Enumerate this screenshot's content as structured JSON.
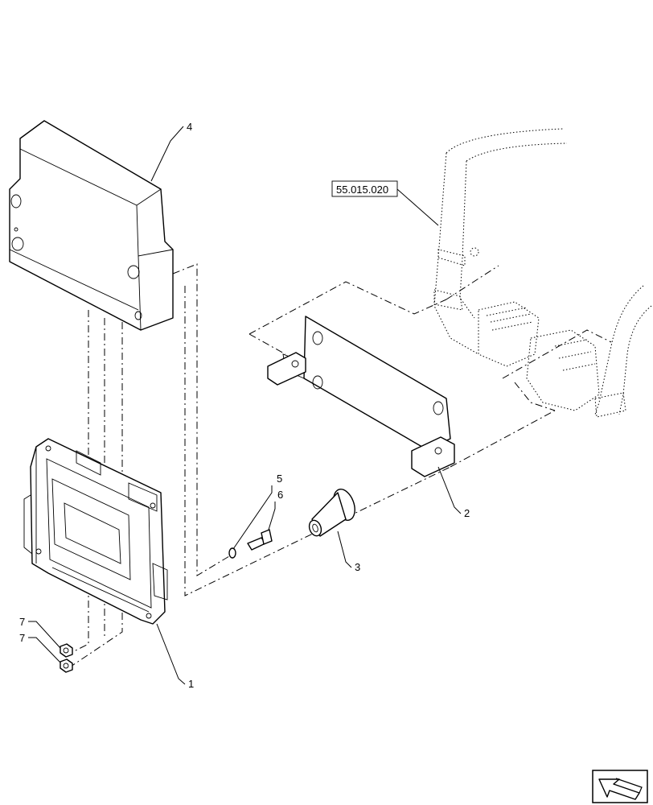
{
  "diagram": {
    "reference": "55.015.020",
    "callouts": [
      "1",
      "2",
      "3",
      "4",
      "5",
      "6",
      "7",
      "7"
    ],
    "icon": "direction-arrow-icon"
  }
}
